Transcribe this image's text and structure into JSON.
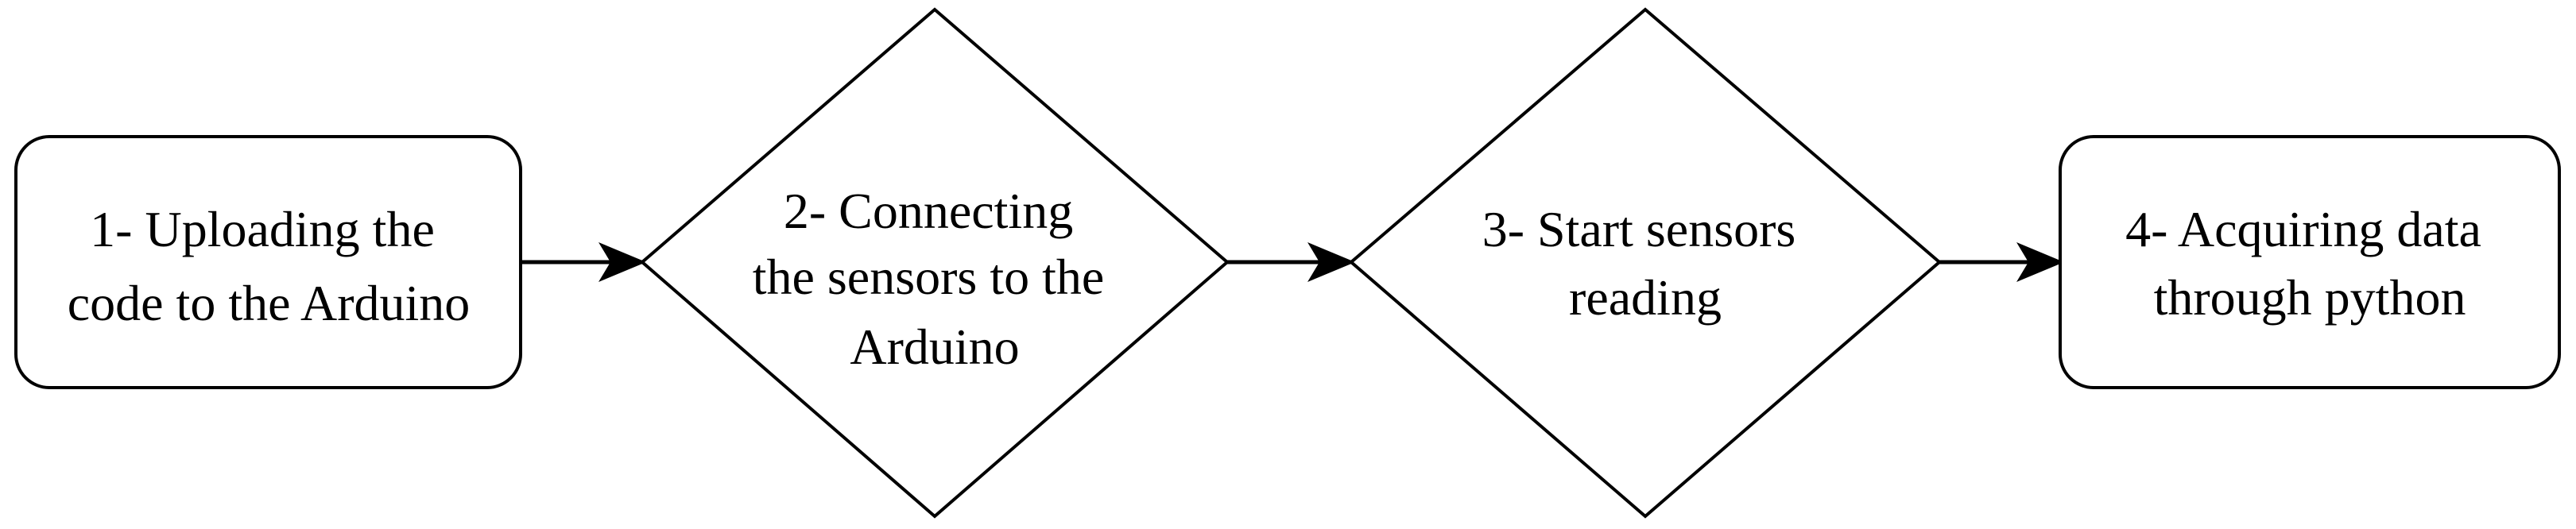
{
  "steps": [
    {
      "shape": "rounded-rectangle",
      "lines": [
        "1- Uploading the",
        "code to the Arduino"
      ]
    },
    {
      "shape": "diamond",
      "lines": [
        "2- Connecting",
        "the sensors to the",
        "Arduino"
      ]
    },
    {
      "shape": "diamond",
      "lines": [
        "3- Start sensors",
        "reading"
      ]
    },
    {
      "shape": "rounded-rectangle",
      "lines": [
        "4- Acquiring data",
        "through python"
      ]
    }
  ],
  "colors": {
    "stroke": "#000000",
    "fill": "#ffffff",
    "text": "#000000"
  }
}
